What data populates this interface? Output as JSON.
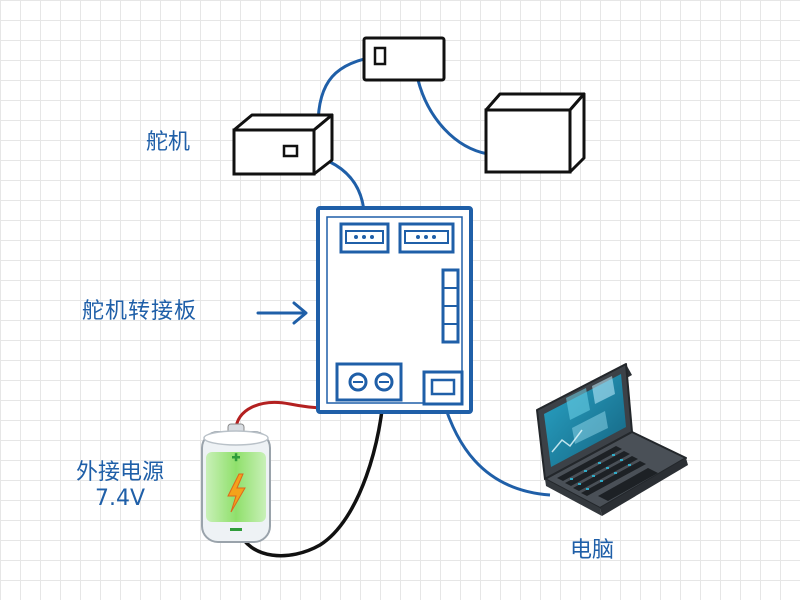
{
  "labels": {
    "servo": "舵机",
    "board": "舵机转接板",
    "power_line1": "外接电源",
    "power_line2": "7.4V",
    "laptop": "电脑"
  },
  "colors": {
    "ink": "#111111",
    "blue": "#1f5fa8",
    "wire_red": "#b32020",
    "wire_black": "#111111",
    "battery_green": "#7ed957",
    "laptop_body": "#3c4147",
    "screen": "#1b8fb3"
  },
  "icons": {
    "battery": "battery-icon",
    "bolt": "lightning-icon",
    "laptop": "laptop-icon"
  }
}
